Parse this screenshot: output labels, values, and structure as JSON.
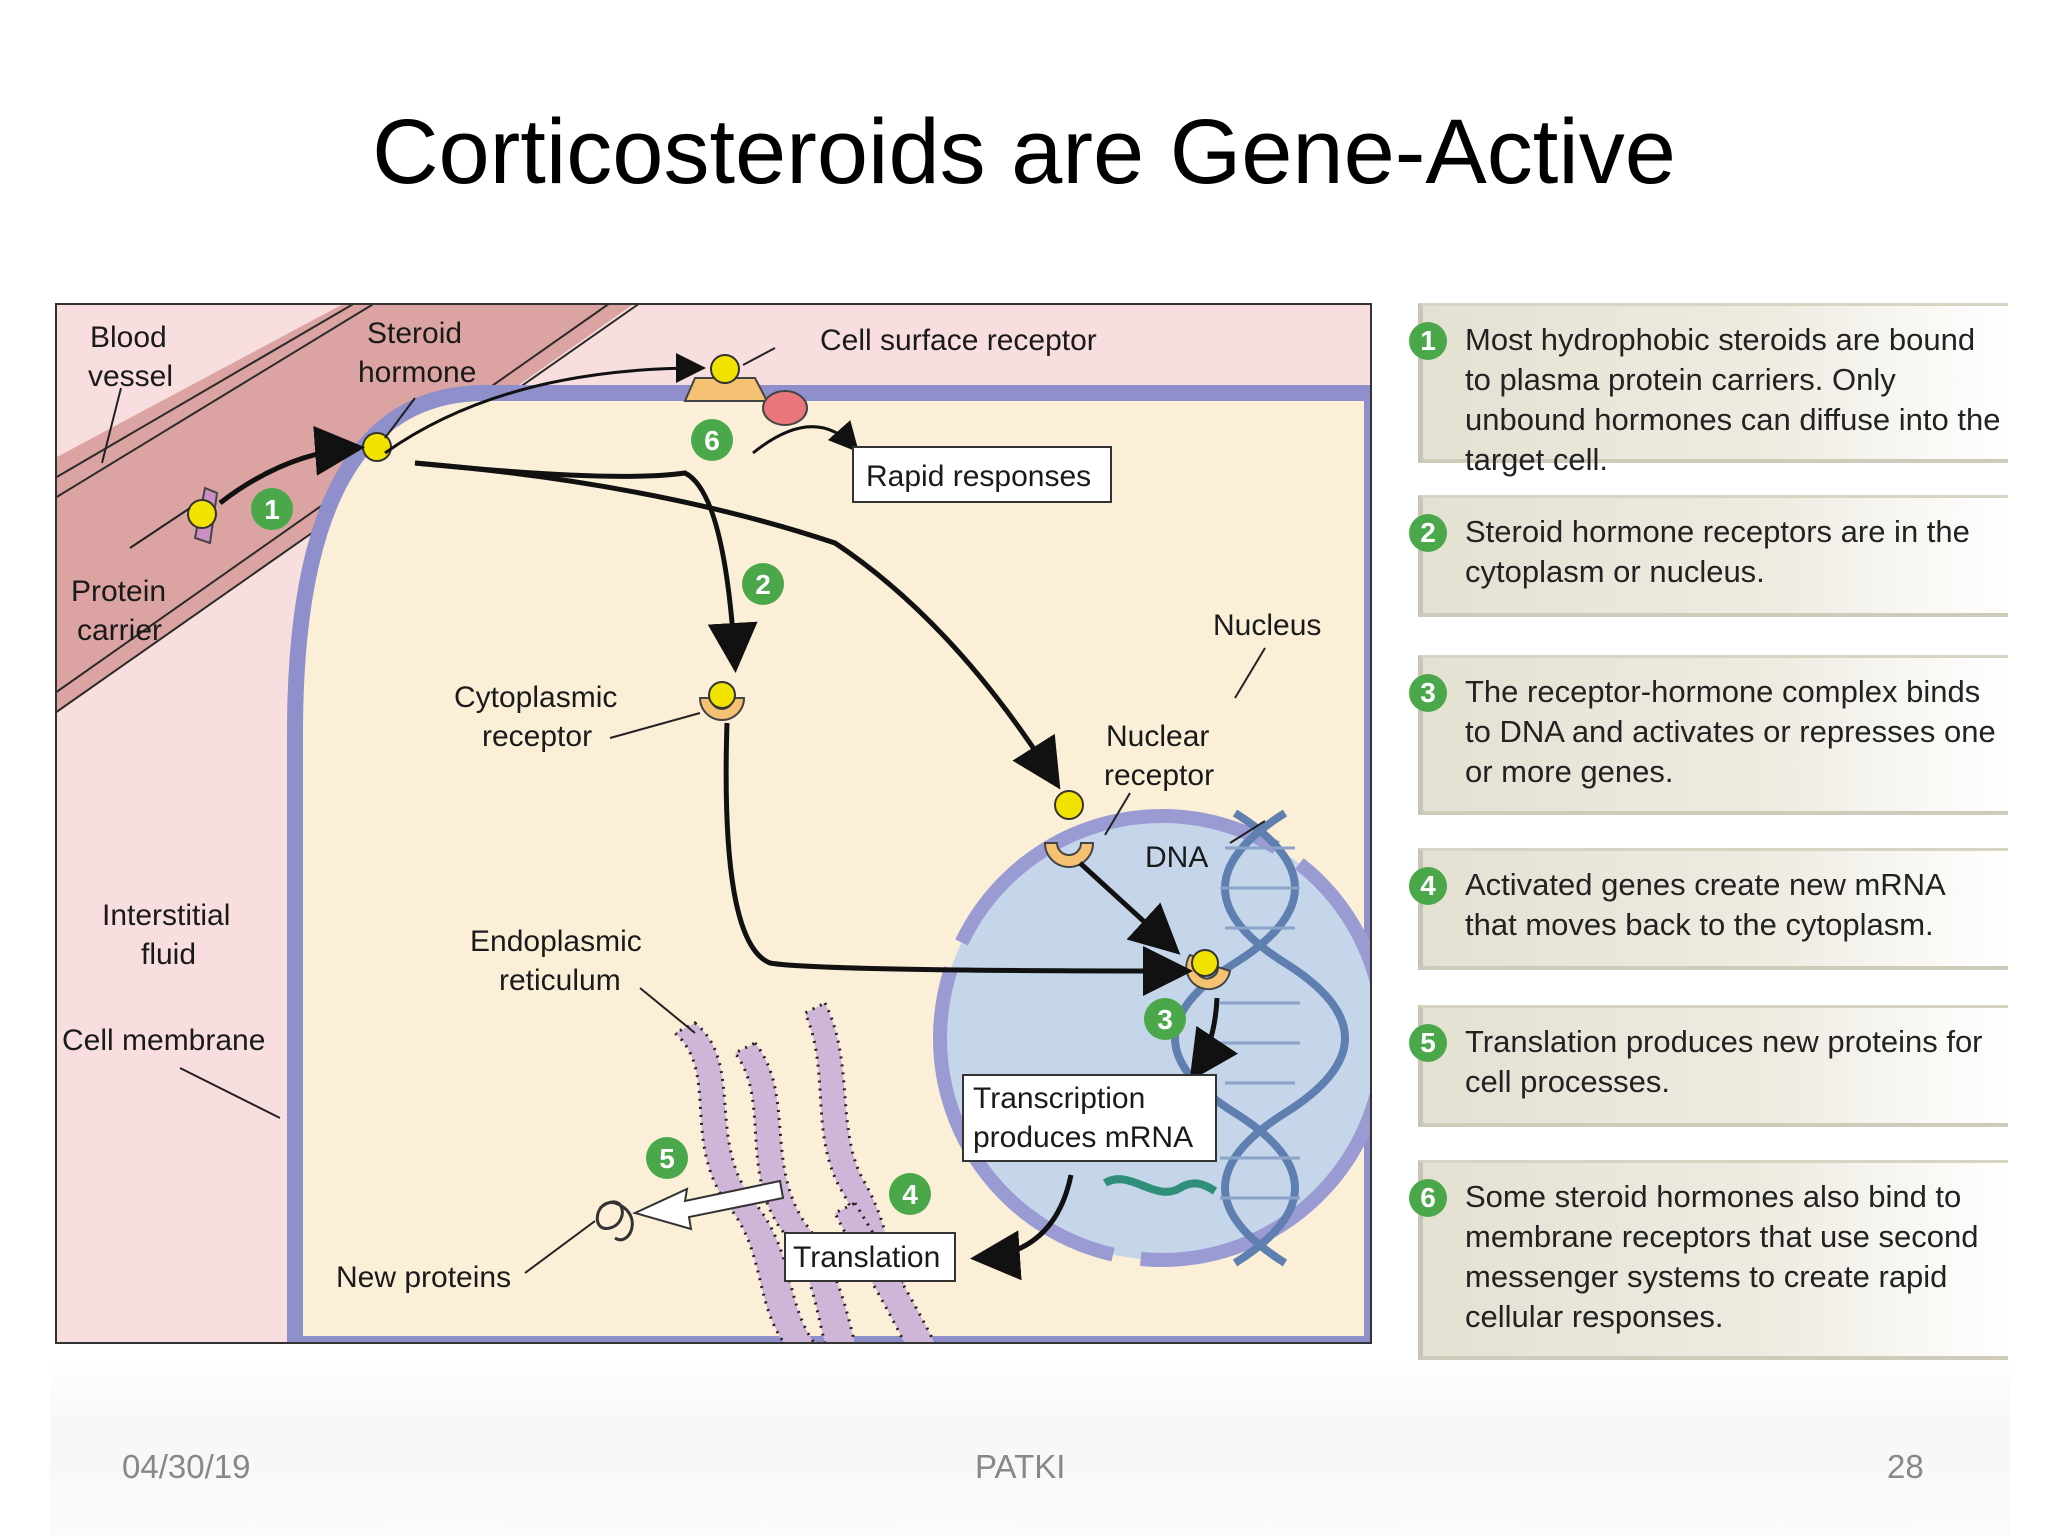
{
  "slide": {
    "title": "Corticosteroids are Gene-Active"
  },
  "diagram": {
    "labels": {
      "blood_vessel": [
        "Blood",
        "vessel"
      ],
      "steroid_hormone": [
        "Steroid",
        "hormone"
      ],
      "cell_surface_receptor": "Cell surface receptor",
      "protein_carrier": [
        "Protein",
        "carrier"
      ],
      "rapid_responses": "Rapid responses",
      "nucleus": "Nucleus",
      "cytoplasmic_receptor": [
        "Cytoplasmic",
        "receptor"
      ],
      "nuclear_receptor": [
        "Nuclear",
        "receptor"
      ],
      "dna": "DNA",
      "interstitial_fluid": [
        "Interstitial",
        "fluid"
      ],
      "cell_membrane": "Cell membrane",
      "endoplasmic_reticulum": [
        "Endoplasmic",
        "reticulum"
      ],
      "transcription": [
        "Transcription",
        "produces mRNA"
      ],
      "translation": "Translation",
      "new_proteins": "New proteins"
    },
    "markers": [
      "1",
      "2",
      "3",
      "4",
      "5",
      "6"
    ],
    "colors": {
      "blood": "#dca3a3",
      "interstitial": "#f8dede",
      "cytoplasm": "#fbefd8",
      "membrane": "#8f8fcb",
      "nucleus_fill": "#c5d6ea",
      "nucleus_envelope": "#9b9bd4",
      "hormone": "#f2e200",
      "receptor": "#f5c273",
      "marker": "#4aa84a",
      "er": "#cfb6d8"
    }
  },
  "steps": [
    {
      "num": "1",
      "text": "Most hydrophobic steroids are bound to plasma protein carriers. Only unbound hormones can diffuse into the target cell."
    },
    {
      "num": "2",
      "text": "Steroid hormone receptors are in the cytoplasm or nucleus."
    },
    {
      "num": "3",
      "text": "The receptor-hormone complex binds to DNA and activates or represses one or more genes."
    },
    {
      "num": "4",
      "text": "Activated genes create new mRNA that moves back to the cytoplasm."
    },
    {
      "num": "5",
      "text": "Translation produces new proteins for cell processes."
    },
    {
      "num": "6",
      "text": "Some steroid hormones also bind to membrane receptors that use second messenger systems to create rapid cellular responses."
    }
  ],
  "footer": {
    "date": "04/30/19",
    "author": "PATKI",
    "page": "28"
  }
}
